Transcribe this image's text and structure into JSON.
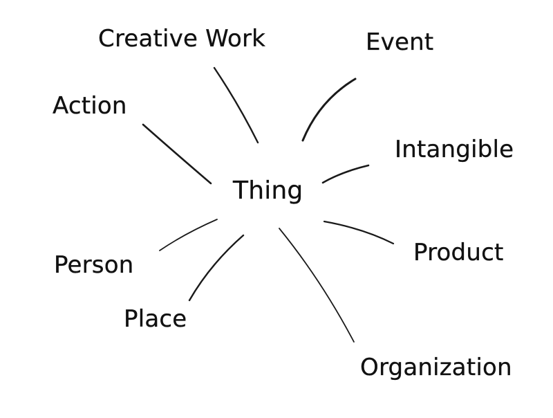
{
  "diagram": {
    "center": "Thing",
    "nodes": [
      "Creative Work",
      "Event",
      "Action",
      "Intangible",
      "Product",
      "Person",
      "Place",
      "Organization"
    ]
  },
  "colors": {
    "background": "#ffffff",
    "ink": "#111111"
  }
}
